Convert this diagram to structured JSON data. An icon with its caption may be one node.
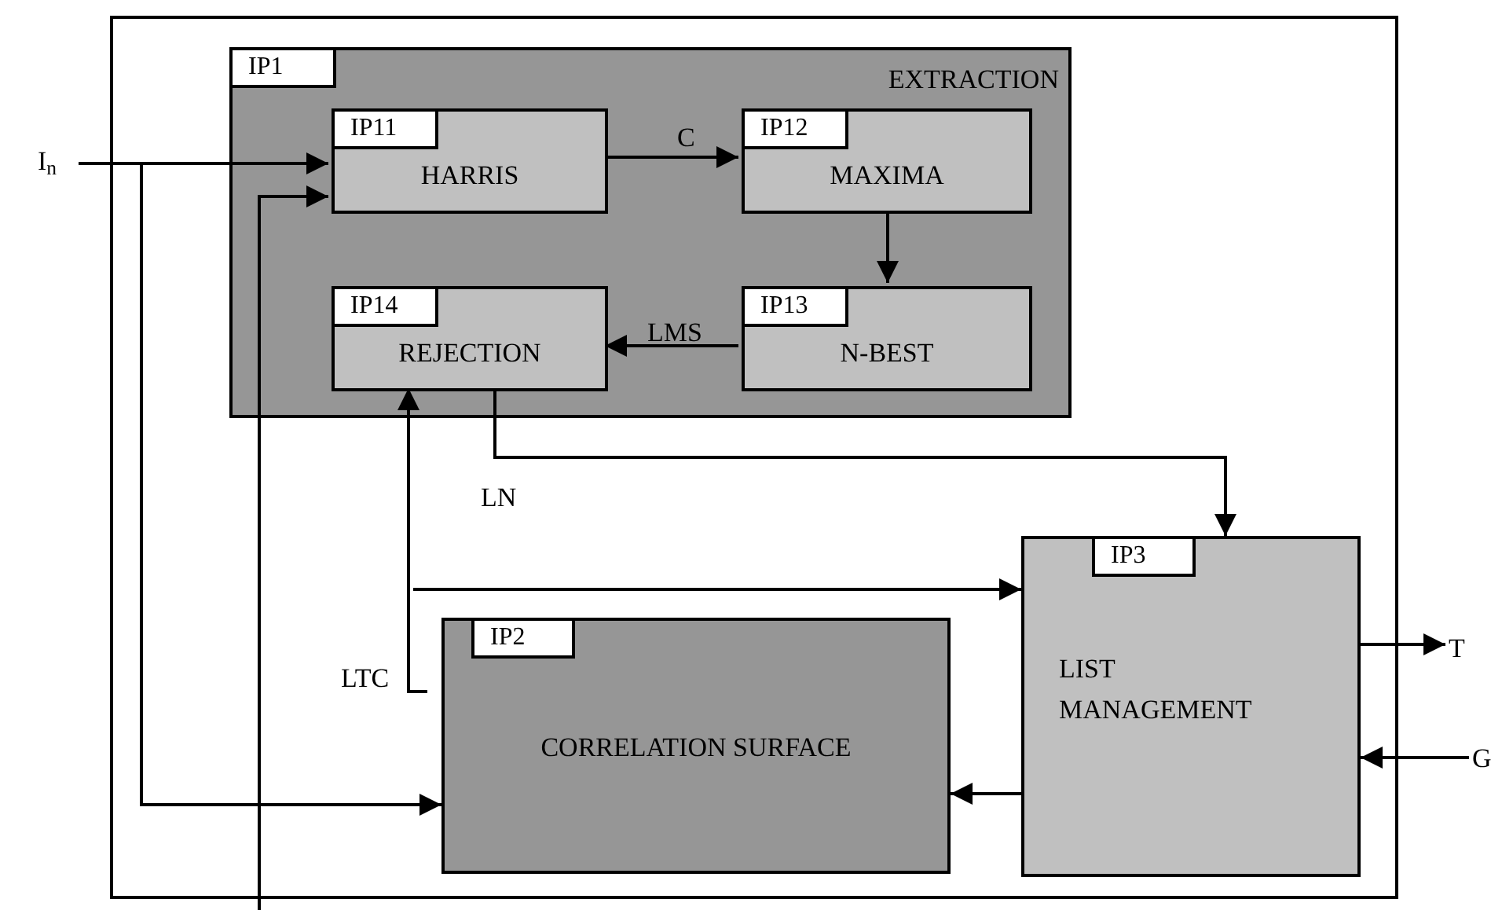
{
  "diagram": {
    "nodes": [
      {
        "text": [
          "IP1",
          "EXTRACTION"
        ]
      },
      {
        "text": [
          "IP11",
          "HARRIS"
        ],
        "in": 0
      },
      {
        "text": [
          "IP12",
          "MAXIMA"
        ],
        "in": 0
      },
      {
        "text": [
          "IP14",
          "REJECTION"
        ],
        "in": 0
      },
      {
        "text": [
          "IP13",
          "N-BEST"
        ],
        "in": 0
      },
      {
        "text": [
          "IP3",
          "LIST MANAGEMENT"
        ]
      },
      {
        "text": [
          "IP2",
          "CORRELATION SURFACE"
        ]
      },
      {
        "text": [
          "I$_{n}$"
        ]
      },
      {
        "text": [
          "T"
        ]
      },
      {
        "text": [
          "G"
        ]
      }
    ],
    "edges": [
      {
        "from": 7,
        "to": 1,
        "arrow": "to"
      },
      {
        "from": 7,
        "to": 6,
        "arrow": "to"
      },
      {
        "from": null,
        "to": 1,
        "arrow": "to"
      },
      {
        "from": 1,
        "to": 2,
        "arrow": "to",
        "label": "C"
      },
      {
        "from": 2,
        "to": 4,
        "arrow": "to"
      },
      {
        "from": 4,
        "to": 3,
        "arrow": "to",
        "label": "LMS"
      },
      {
        "from": 3,
        "to": 5,
        "arrow": "to",
        "label": "LN"
      },
      {
        "from": 6,
        "to": 3,
        "arrow": "to",
        "label": "LTC"
      },
      {
        "from": null,
        "to": 5,
        "arrow": "to"
      },
      {
        "from": 5,
        "to": 6,
        "arrow": "to"
      },
      {
        "from": 5,
        "to": 8,
        "arrow": "to"
      },
      {
        "from": 9,
        "to": 5,
        "arrow": "to"
      }
    ]
  }
}
